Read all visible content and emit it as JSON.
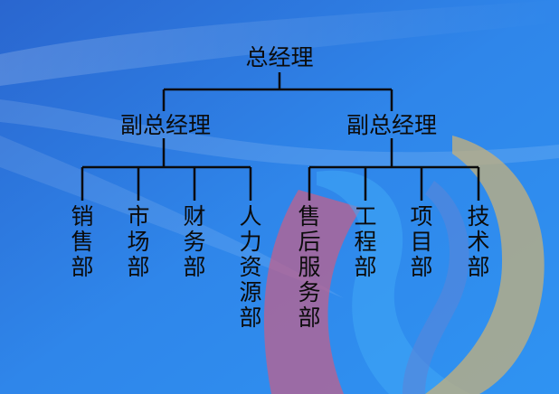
{
  "org_chart": {
    "root": {
      "label": "总经理"
    },
    "vice_presidents": [
      {
        "label": "副总经理"
      },
      {
        "label": "副总经理"
      }
    ],
    "departments": [
      {
        "label": "销售部",
        "reports_to": 0
      },
      {
        "label": "市场部",
        "reports_to": 0
      },
      {
        "label": "财务部",
        "reports_to": 0
      },
      {
        "label": "人力资源部",
        "reports_to": 0
      },
      {
        "label": "售后服务部",
        "reports_to": 1
      },
      {
        "label": "工程部",
        "reports_to": 1
      },
      {
        "label": "项目部",
        "reports_to": 1
      },
      {
        "label": "技术部",
        "reports_to": 1
      }
    ]
  },
  "colors": {
    "background_top": "#2f6fd6",
    "background_bottom": "#2a8ff0",
    "line": "#0b0b0b",
    "text": "#0b0b0b",
    "accent_pink": "#c0608c",
    "accent_tan": "#c7b07a"
  }
}
